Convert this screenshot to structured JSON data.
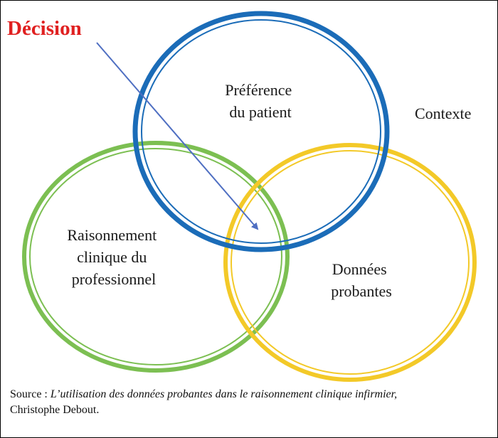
{
  "colors": {
    "patient": "#1b6cb8",
    "clinical": "#7cbf52",
    "evidence": "#f3c928",
    "decision": "#e02020",
    "arrow": "#4f6fc2"
  },
  "decision": {
    "label": "Décision"
  },
  "circles": {
    "patient": [
      "Préférence",
      "du patient"
    ],
    "clinical": [
      "Raisonnement",
      "clinique du",
      "professionnel"
    ],
    "evidence": [
      "Données",
      "probantes"
    ]
  },
  "context": {
    "label": "Contexte"
  },
  "source": {
    "prefix": "Source : ",
    "title": "L’utilisation des données probantes dans le raisonnement clinique infirmier,",
    "author": "Christophe Debout."
  }
}
